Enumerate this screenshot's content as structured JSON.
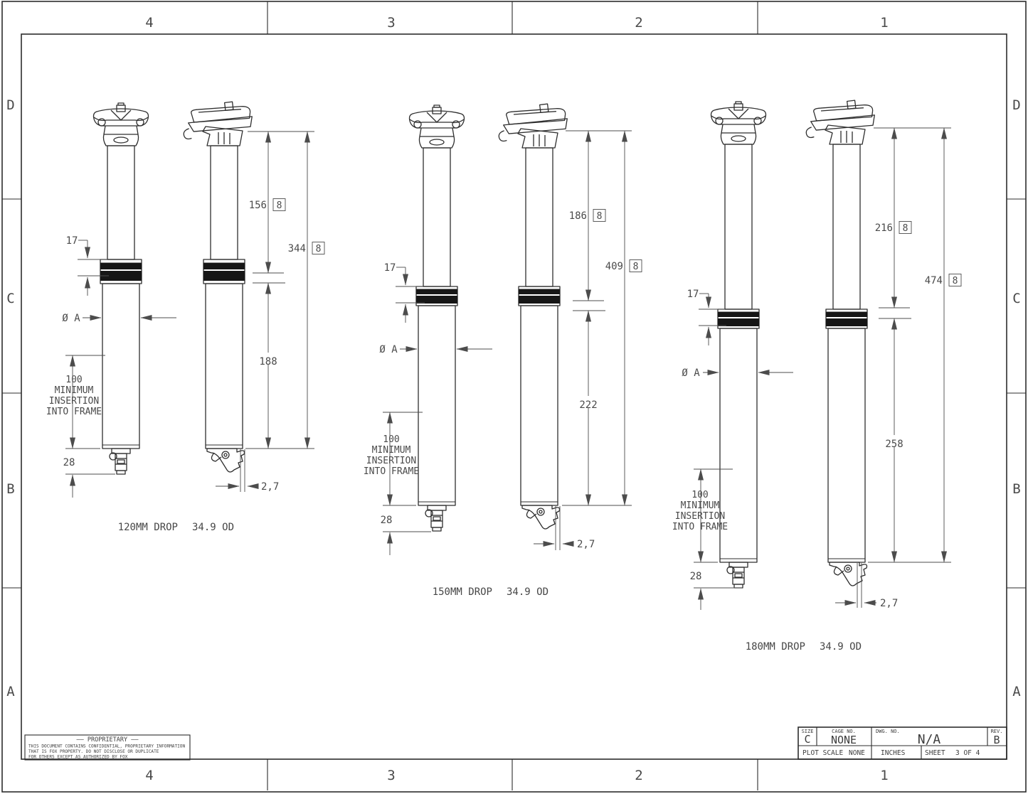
{
  "drawing": {
    "zone_columns": [
      "4",
      "3",
      "2",
      "1"
    ],
    "zone_rows": [
      "D",
      "C",
      "B",
      "A"
    ]
  },
  "groups": [
    {
      "label_drop": "120MM DROP",
      "label_od": "34.9 OD",
      "dim_collar": "17",
      "dim_diameter": "Ø A",
      "insertion_lines": [
        "100",
        "MINIMUM",
        "INSERTION",
        "INTO FRAME"
      ],
      "dim_bottom": "28",
      "dim_drop": "156",
      "dim_drop_flag": "8",
      "dim_total": "344",
      "dim_total_flag": "8",
      "dim_insert": "188",
      "dim_setback": "2,7"
    },
    {
      "label_drop": "150MM DROP",
      "label_od": "34.9 OD",
      "dim_collar": "17",
      "dim_diameter": "Ø A",
      "insertion_lines": [
        "100",
        "MINIMUM",
        "INSERTION",
        "INTO FRAME"
      ],
      "dim_bottom": "28",
      "dim_drop": "186",
      "dim_drop_flag": "8",
      "dim_total": "409",
      "dim_total_flag": "8",
      "dim_insert": "222",
      "dim_setback": "2,7"
    },
    {
      "label_drop": "180MM DROP",
      "label_od": "34.9 OD",
      "dim_collar": "17",
      "dim_diameter": "Ø A",
      "insertion_lines": [
        "100",
        "MINIMUM",
        "INSERTION",
        "INTO FRAME"
      ],
      "dim_bottom": "28",
      "dim_drop": "216",
      "dim_drop_flag": "8",
      "dim_total": "474",
      "dim_total_flag": "8",
      "dim_insert": "258",
      "dim_setback": "2,7"
    }
  ],
  "title_block": {
    "size_label": "SIZE",
    "size_value": "C",
    "cage_label": "CAGE NO.",
    "cage_value": "NONE",
    "dwg_label": "DWG. NO.",
    "dwg_value": "N/A",
    "rev_label": "REV.",
    "rev_value": "B",
    "plot_scale_label": "PLOT SCALE",
    "plot_scale_value": "NONE",
    "units": "INCHES",
    "sheet_label": "SHEET",
    "sheet_value": "3 OF 4"
  },
  "proprietary": {
    "title": "—— PROPRIETARY ——",
    "line1": "THIS DOCUMENT CONTAINS CONFIDENTIAL, PROPRIETARY INFORMATION",
    "line2": "THAT IS FOX PROPERTY.  DO NOT DISCLOSE OR DUPLICATE",
    "line3": "FOR OTHERS EXCEPT AS AUTHORIZED BY FOX"
  }
}
